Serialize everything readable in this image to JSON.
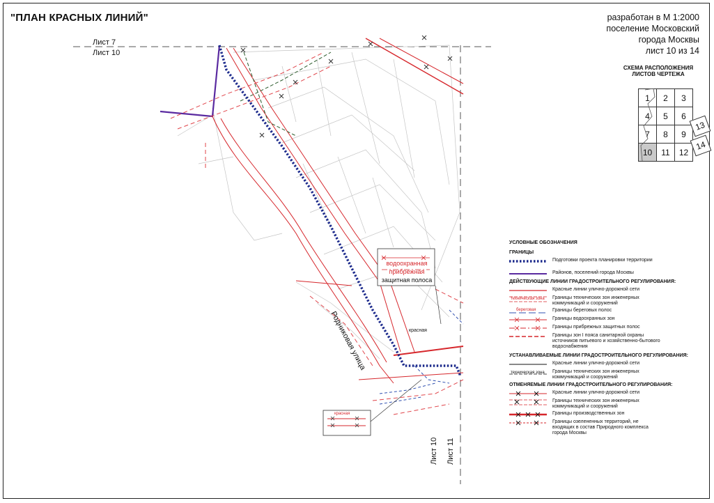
{
  "title": "\"ПЛАН КРАСНЫХ ЛИНИЙ\"",
  "info": {
    "line1": "разработан в М 1:2000",
    "line2": "поселение Московский",
    "line3": "города Москвы",
    "line4": "лист 10 из 14"
  },
  "scheme": {
    "title": "СХЕМА РАСПОЛОЖЕНИЯ ЛИСТОВ ЧЕРТЕЖА",
    "cells": [
      "1",
      "2",
      "3",
      "4",
      "5",
      "6",
      "7",
      "8",
      "9",
      "10",
      "11",
      "12",
      "13",
      "14"
    ],
    "highlighted": "10"
  },
  "sheet_labels": {
    "top_upper": "Лист 7",
    "top_lower": "Лист 10",
    "right_left": "Лист 10",
    "right_right": "Лист 11"
  },
  "map_labels": {
    "street": "Родниковая улица",
    "callout_line1": "водоохранная",
    "callout_line2": "прибрежная",
    "callout_line3": "защитная полоса",
    "krasnaya": "красная",
    "small_krasnaya": "красная"
  },
  "legend": {
    "title": "УСЛОВНЫЕ ОБОЗНАЧЕНИЯ",
    "sec_borders": "ГРАНИЦЫ",
    "b1": "Подготовки проекта планировки территории",
    "b2": "Районов, поселений города Москвы",
    "sec_existing": "ДЕЙСТВУЮЩИЕ ЛИНИИ ГРАДОСТРОИТЕЛЬНОГО РЕГУЛИРОВАНИЯ:",
    "e1": "Красные линии улично-дорожной сети",
    "e2_sym": "техническая зона",
    "e2": "Границы технических зон инженерных коммуникаций и сооружений",
    "e3_sym": "береговая",
    "e3": "Границы береговых полос",
    "e4": "Границы водоохранных зон",
    "e5": "Границы прибрежных защитных полос",
    "e6": "Границы зон I пояса санитарной охраны источников питьевого и хозяйственно-бытового водоснабжения",
    "sec_new": "УСТАНАВЛИВАЕМЫЕ ЛИНИИ ГРАДОСТРОИТЕЛЬНОГО РЕГУЛИРОВАНИЯ:",
    "n1": "Красные линии улично-дорожной сети",
    "n2_sym": "техническая зона",
    "n2": "Границы технических зон инженерных коммуникаций и сооружений",
    "sec_cancel": "ОТМЕНЯЕМЫЕ ЛИНИИ ГРАДОСТРОИТЕЛЬНОГО РЕГУЛИРОВАНИЯ:",
    "c1": "Красные линии улично-дорожной сети",
    "c2": "Границы технических зон инженерных коммуникаций и сооружений",
    "c3": "Границы производственных зон",
    "c4": "Границы озелененных территорий, не входящих в состав Природного комплекса города Москвы"
  },
  "colors": {
    "red": "#d6262b",
    "pink": "#f08a90",
    "blue_dot": "#1c2a8c",
    "purple": "#5a2aa0",
    "gray": "#888888",
    "dark_green": "#2a5a2a"
  }
}
